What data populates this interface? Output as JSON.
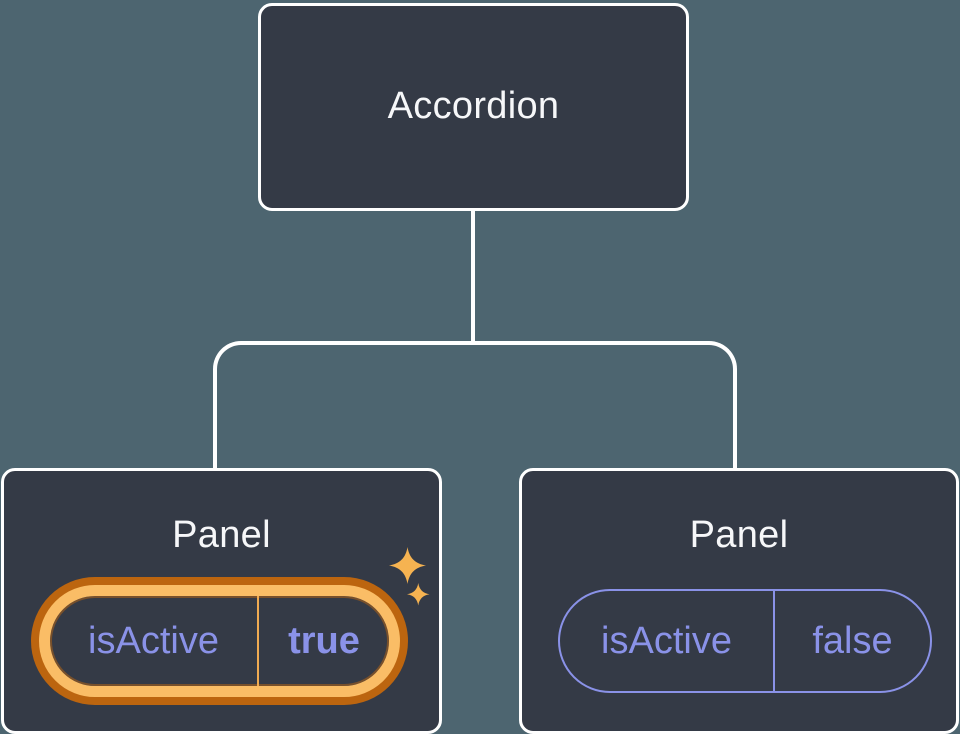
{
  "canvas": {
    "background": "#4d6570"
  },
  "colors": {
    "node_fill": "#343a46",
    "node_border": "#ffffff",
    "connector": "#ffffff",
    "title_text": "#f6f7f9",
    "state_purple": "#8a92e8",
    "highlight_gold": "#fabd66",
    "highlight_dark_orange": "#bc650f",
    "highlight_divider_gold": "#f0ab52",
    "sparkle_gold": "#f6b351"
  },
  "tree": {
    "root": {
      "label": "Accordion"
    },
    "children": [
      {
        "label": "Panel",
        "highlighted": true,
        "icon": "sparkles-icon",
        "state": {
          "key": "isActive",
          "value": "true"
        }
      },
      {
        "label": "Panel",
        "highlighted": false,
        "state": {
          "key": "isActive",
          "value": "false"
        }
      }
    ]
  }
}
